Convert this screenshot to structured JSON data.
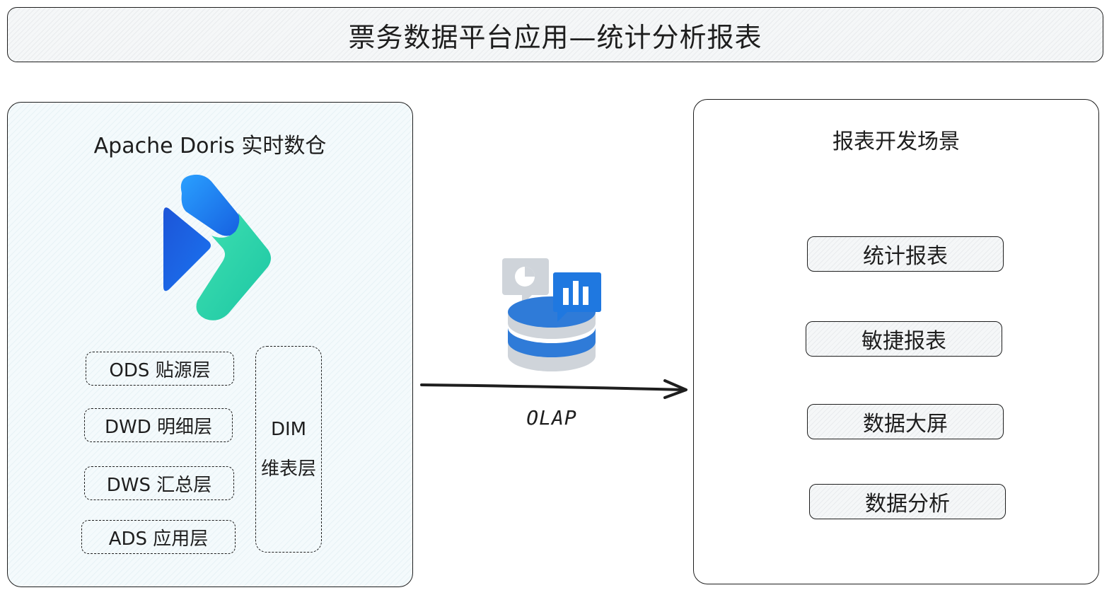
{
  "title": "票务数据平台应用—统计分析报表",
  "left_panel": {
    "title": "Apache Doris 实时数仓",
    "logo_icon": "apache-doris-logo",
    "layers": [
      "ODS 贴源层",
      "DWD 明细层",
      "DWS 汇总层",
      "ADS 应用层"
    ],
    "dim": {
      "line1": "DIM",
      "line2": "维表层"
    }
  },
  "connector": {
    "icon": "database-chart-icon",
    "label": "OLAP"
  },
  "right_panel": {
    "title": "报表开发场景",
    "scenarios": [
      "统计报表",
      "敏捷报表",
      "数据大屏",
      "数据分析"
    ]
  },
  "colors": {
    "stroke": "#1e1e1e",
    "doris_blue": "#1f6fe8",
    "doris_green": "#2ed1a0",
    "db_blue": "#2f7bd8",
    "db_gray": "#cfd4da"
  }
}
